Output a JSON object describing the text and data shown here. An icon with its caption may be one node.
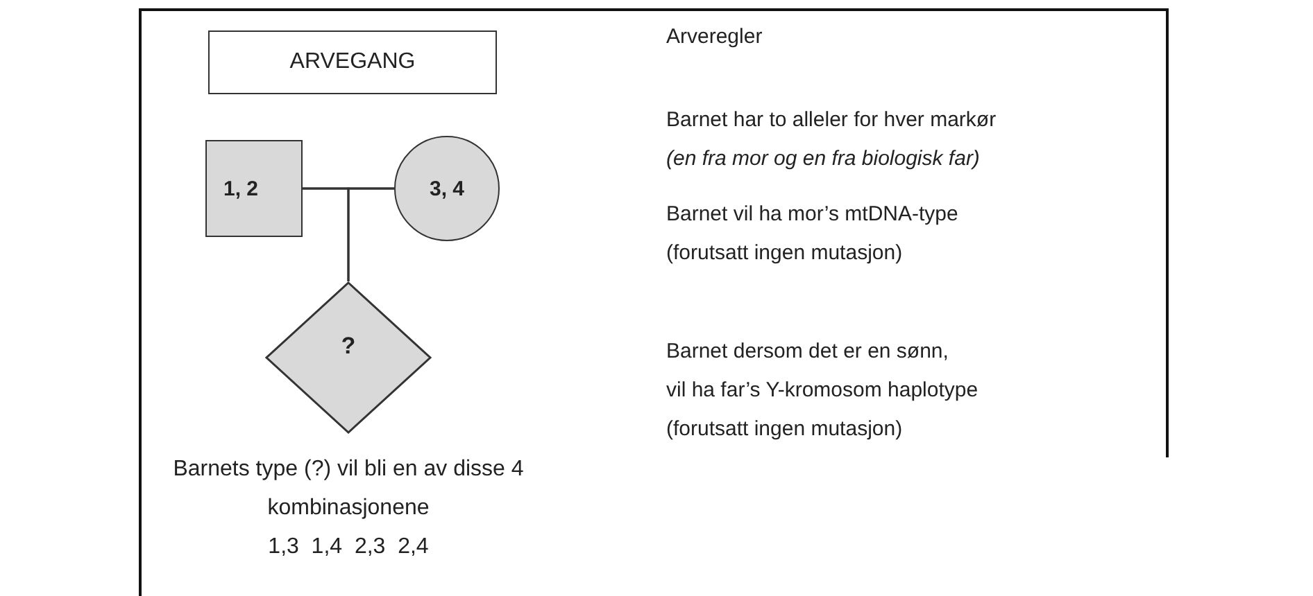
{
  "diagram": {
    "nodes": [
      {
        "text": [
          "ARVEGANG"
        ]
      },
      {
        "text": [
          "1, 2"
        ]
      },
      {
        "text": [
          "3, 4"
        ]
      },
      {
        "text": [
          "?"
        ],
        "beside": [
          "Barnets type (?) vil bli en av disse 4 kombinasjonene",
          "1,3  1,4  2,3  2,4"
        ]
      }
    ],
    "edges": [
      {
        "from": 1,
        "to": 2,
        "arrow": "none"
      },
      {
        "from": 1,
        "to": 3,
        "arrow": "none"
      },
      {
        "from": 2,
        "to": 3,
        "arrow": "none"
      }
    ],
    "labels": [
      "Arveregler",
      "Barnet har to alleler for hver markør",
      "(en fra mor og en fra biologisk far)",
      "Barnet vil ha mor’s mtDNA-type",
      "(forutsatt ingen mutasjon)",
      "Barnet dersom det er en sønn,",
      "vil ha far’s Y-kromosom haplotype",
      "(forutsatt ingen mutasjon)"
    ]
  }
}
